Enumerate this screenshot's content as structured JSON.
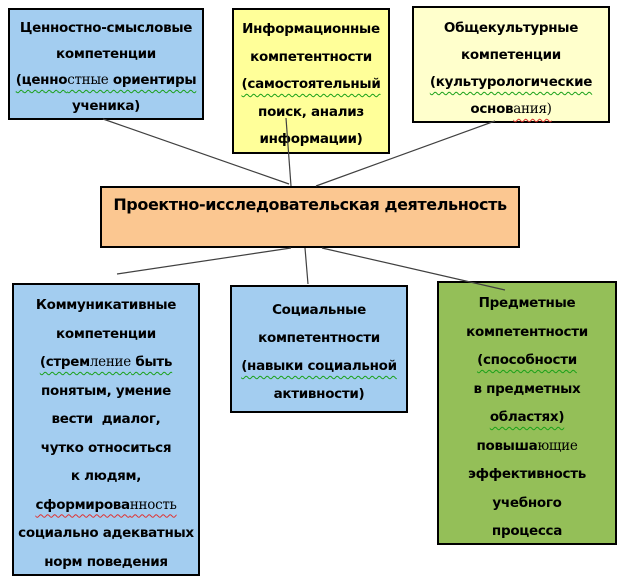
{
  "colors": {
    "blue_box": "#A3CDF0",
    "yellow_box": "#FFFF99",
    "cream_box": "#FFFFCC",
    "orange_box": "#FBC791",
    "green_box": "#94BF58",
    "box_border": "#000000",
    "connector_line": "#404040",
    "spellcheck_green": "#18A018",
    "spellcheck_red": "#E03030"
  },
  "center": {
    "text": "Проектно-исследовательская деятельность"
  },
  "boxes": {
    "top_left": {
      "lines": [
        {
          "text": "Ценностно-смысловые"
        },
        {
          "text": "компетенции"
        },
        {
          "seg": [
            "(ценно",
            "стные",
            " ориентиры"
          ]
        },
        {
          "text": "ученика)"
        }
      ]
    },
    "top_middle": {
      "lines": [
        {
          "text": "Информационные"
        },
        {
          "text": "компетентности"
        },
        {
          "text": "(самостоятельный"
        },
        {
          "text": "поиск, анализ"
        },
        {
          "text": "информации)"
        }
      ]
    },
    "top_right": {
      "lines": [
        {
          "text": "Общекультурные"
        },
        {
          "text": "компетенции"
        },
        {
          "text": "(культурологические"
        },
        {
          "seg": [
            "основ",
            "ания)"
          ]
        }
      ]
    },
    "bottom_left": {
      "lines": [
        {
          "text": "Коммуникативные"
        },
        {
          "text": "компетенции"
        },
        {
          "seg": [
            "(стрем",
            "ление",
            " быть"
          ]
        },
        {
          "text": "понятым, умение"
        },
        {
          "text": "вести  диалог,"
        },
        {
          "text": "чутко относиться"
        },
        {
          "text": "к людям,"
        },
        {
          "seg": [
            "сформирова",
            "нность"
          ]
        },
        {
          "text": "социально адекватных"
        },
        {
          "text": "норм поведения"
        }
      ]
    },
    "bottom_middle": {
      "lines": [
        {
          "text": "Социальные"
        },
        {
          "text": "компетентности"
        },
        {
          "text": "(навыки социальной"
        },
        {
          "text": "активности)"
        }
      ]
    },
    "bottom_right": {
      "lines": [
        {
          "text": "Предметные"
        },
        {
          "text": "компетентности"
        },
        {
          "text": "(способности"
        },
        {
          "text": "в предметных"
        },
        {
          "text": "областях)"
        },
        {
          "seg": [
            "повыша",
            "ющие"
          ]
        },
        {
          "text": "эффективность"
        },
        {
          "text": "учебного"
        },
        {
          "text": "процесса"
        }
      ]
    }
  }
}
